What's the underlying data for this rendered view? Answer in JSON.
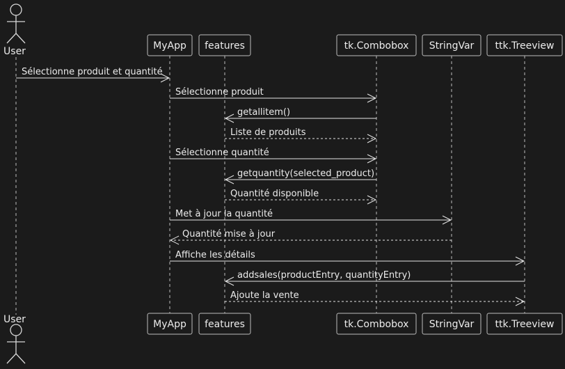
{
  "participants": [
    {
      "id": "user",
      "label": "User",
      "type": "actor"
    },
    {
      "id": "myapp",
      "label": "MyApp",
      "type": "box"
    },
    {
      "id": "features",
      "label": "features",
      "type": "box"
    },
    {
      "id": "combobox",
      "label": "tk.Combobox",
      "type": "box"
    },
    {
      "id": "stringvar",
      "label": "StringVar",
      "type": "box"
    },
    {
      "id": "treeview",
      "label": "ttk.Treeview",
      "type": "box"
    }
  ],
  "messages": [
    {
      "from": "user",
      "to": "myapp",
      "label": "Sélectionne produit et quantité",
      "style": "solid"
    },
    {
      "from": "myapp",
      "to": "combobox",
      "label": "Sélectionne produit",
      "style": "solid"
    },
    {
      "from": "combobox",
      "to": "features",
      "label": "getallitem()",
      "style": "solid"
    },
    {
      "from": "features",
      "to": "combobox",
      "label": "Liste de produits",
      "style": "dashed"
    },
    {
      "from": "myapp",
      "to": "combobox",
      "label": "Sélectionne quantité",
      "style": "solid"
    },
    {
      "from": "combobox",
      "to": "features",
      "label": "getquantity(selected_product)",
      "style": "solid"
    },
    {
      "from": "features",
      "to": "combobox",
      "label": "Quantité disponible",
      "style": "dashed"
    },
    {
      "from": "myapp",
      "to": "stringvar",
      "label": "Met à jour la quantité",
      "style": "solid"
    },
    {
      "from": "stringvar",
      "to": "myapp",
      "label": "Quantité mise à jour",
      "style": "dashed"
    },
    {
      "from": "myapp",
      "to": "treeview",
      "label": "Affiche les détails",
      "style": "solid"
    },
    {
      "from": "treeview",
      "to": "features",
      "label": "addsales(productEntry, quantityEntry)",
      "style": "solid"
    },
    {
      "from": "features",
      "to": "treeview",
      "label": "Ajoute la vente",
      "style": "dashed"
    }
  ],
  "colors": {
    "background": "#1b1b1b",
    "line": "#e6e6e6",
    "text": "#ececec"
  }
}
